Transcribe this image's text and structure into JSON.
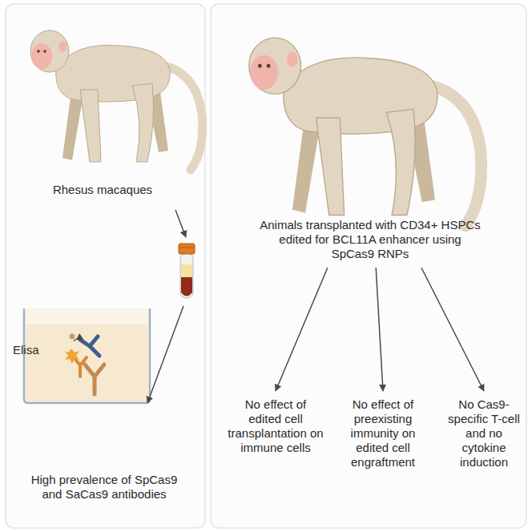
{
  "diagram": {
    "nodes": [
      {
        "text": [
          "Rhesus macaques"
        ]
      },
      {
        "text": [
          "High prevalence of SpCas9 and SaCas9 antibodies"
        ]
      },
      {
        "text": [
          "Animals transplanted with CD34+ HSPCs edited for BCL11A enhancer using SpCas9 RNPs"
        ]
      },
      {
        "text": [
          "No effect of edited cell transplantation on immune cells"
        ]
      },
      {
        "text": [
          "No effect of preexisting immunity on edited cell engraftment"
        ]
      },
      {
        "text": [
          "No Cas9-specific T-cell and no cytokine induction"
        ]
      }
    ],
    "edges": [
      {
        "from": 2,
        "to": 3,
        "arrow": "to"
      },
      {
        "from": 2,
        "to": 4,
        "arrow": "to"
      },
      {
        "from": 2,
        "to": 5,
        "arrow": "to"
      }
    ],
    "labels": [
      "Elisa"
    ]
  }
}
